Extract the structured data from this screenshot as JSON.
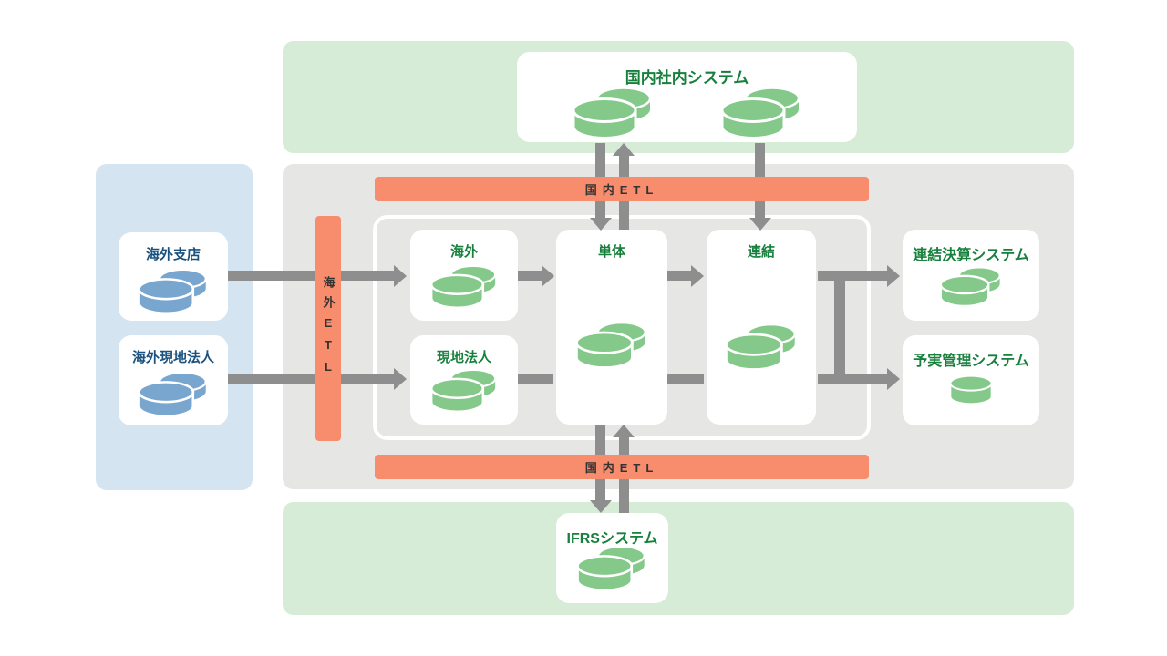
{
  "palette": {
    "band_green": "#d6ecd6",
    "band_gray": "#e6e6e5",
    "panel_blue": "#d5e4f1",
    "etl_orange": "#f78d6d",
    "etl_text": "#333333",
    "arrow_gray": "#8e8e8e",
    "icon_green": "#84c88a",
    "icon_blue": "#78a6ce",
    "text_green": "#17803c",
    "text_blue": "#1a517e"
  },
  "top_band": {
    "system_box": {
      "label": "国内社内システム",
      "icons": [
        "database-icon",
        "database-icon"
      ]
    }
  },
  "left_panel": {
    "overseas_branch": {
      "label": "海外支店",
      "icon": "database-icon"
    },
    "overseas_subsidiary": {
      "label": "海外現地法人",
      "icon": "database-icon"
    }
  },
  "etl_bars": {
    "overseas_vertical": "海外ETL",
    "domestic_top": "国内ETL",
    "domestic_bottom": "国内ETL"
  },
  "core_area": {
    "overseas": {
      "label": "海外",
      "icon": "database-icon"
    },
    "local_corp": {
      "label": "現地法人",
      "icon": "database-icon"
    },
    "standalone": {
      "label": "単体",
      "icon": "database-icon"
    },
    "consolidated": {
      "label": "連結",
      "icon": "database-icon"
    }
  },
  "output_systems": {
    "consolidated_accounting": {
      "label": "連結決算システム",
      "icon": "database-icon"
    },
    "budget_management": {
      "label": "予実管理システム",
      "icon": "cylinder-icon"
    }
  },
  "bottom_band": {
    "ifrs_system": {
      "label": "IFRSシステム",
      "icon": "database-icon"
    }
  }
}
